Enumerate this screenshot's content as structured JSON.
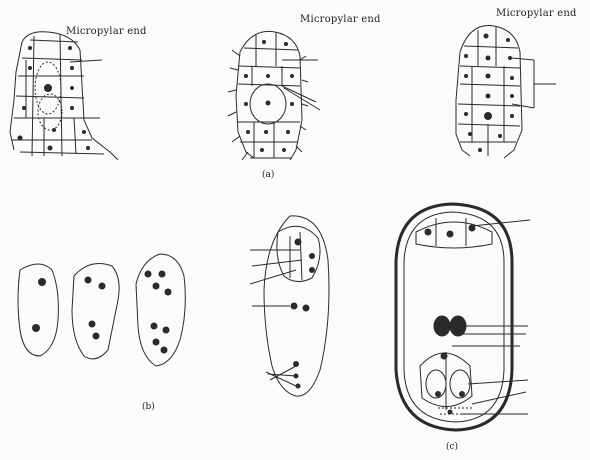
{
  "labels": {
    "micropylar_1": "Micropylar end",
    "micropylar_2": "Micropylar end",
    "micropylar_3": "Micropylar end",
    "caption_a": "(a)",
    "caption_b": "(b)",
    "caption_c": "(c)"
  },
  "colors": {
    "ink": "#2a2a2a",
    "nucleus": "#2b2b2b",
    "wall": "#3a3a3a",
    "paper": "#fbfbf9"
  }
}
